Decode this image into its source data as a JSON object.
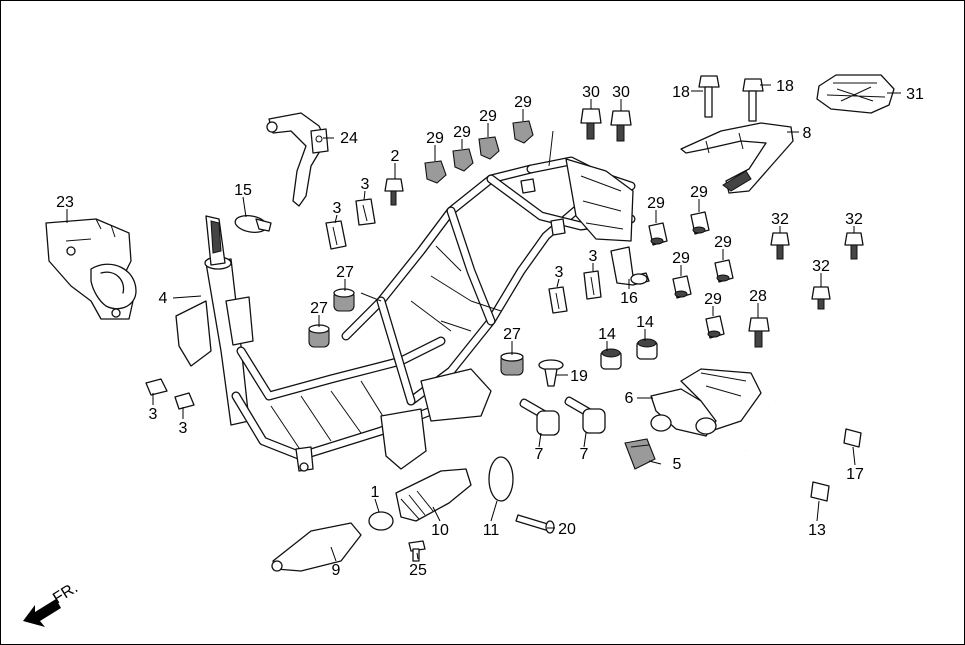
{
  "direction_label": "FR.",
  "callouts": [
    {
      "id": "c1",
      "num": "1"
    },
    {
      "id": "c2",
      "num": "2"
    },
    {
      "id": "c3a",
      "num": "3"
    },
    {
      "id": "c3b",
      "num": "3"
    },
    {
      "id": "c3c",
      "num": "3"
    },
    {
      "id": "c3d",
      "num": "3"
    },
    {
      "id": "c3e",
      "num": "3"
    },
    {
      "id": "c3f",
      "num": "3"
    },
    {
      "id": "c4",
      "num": "4"
    },
    {
      "id": "c5",
      "num": "5"
    },
    {
      "id": "c6",
      "num": "6"
    },
    {
      "id": "c7a",
      "num": "7"
    },
    {
      "id": "c7b",
      "num": "7"
    },
    {
      "id": "c8",
      "num": "8"
    },
    {
      "id": "c9",
      "num": "9"
    },
    {
      "id": "c10",
      "num": "10"
    },
    {
      "id": "c11",
      "num": "11"
    },
    {
      "id": "c13",
      "num": "13"
    },
    {
      "id": "c14a",
      "num": "14"
    },
    {
      "id": "c14b",
      "num": "14"
    },
    {
      "id": "c15",
      "num": "15"
    },
    {
      "id": "c16",
      "num": "16"
    },
    {
      "id": "c17",
      "num": "17"
    },
    {
      "id": "c18a",
      "num": "18"
    },
    {
      "id": "c18b",
      "num": "18"
    },
    {
      "id": "c19",
      "num": "19"
    },
    {
      "id": "c20",
      "num": "20"
    },
    {
      "id": "c23",
      "num": "23"
    },
    {
      "id": "c24",
      "num": "24"
    },
    {
      "id": "c25",
      "num": "25"
    },
    {
      "id": "c27a",
      "num": "27"
    },
    {
      "id": "c27b",
      "num": "27"
    },
    {
      "id": "c27c",
      "num": "27"
    },
    {
      "id": "c28",
      "num": "28"
    },
    {
      "id": "c29a",
      "num": "29"
    },
    {
      "id": "c29b",
      "num": "29"
    },
    {
      "id": "c29c",
      "num": "29"
    },
    {
      "id": "c29d",
      "num": "29"
    },
    {
      "id": "c29e",
      "num": "29"
    },
    {
      "id": "c29f",
      "num": "29"
    },
    {
      "id": "c29g",
      "num": "29"
    },
    {
      "id": "c29h",
      "num": "29"
    },
    {
      "id": "c29i",
      "num": "29"
    },
    {
      "id": "c30a",
      "num": "30"
    },
    {
      "id": "c30b",
      "num": "30"
    },
    {
      "id": "c31",
      "num": "31"
    },
    {
      "id": "c32a",
      "num": "32"
    },
    {
      "id": "c32b",
      "num": "32"
    },
    {
      "id": "c32c",
      "num": "32"
    }
  ]
}
